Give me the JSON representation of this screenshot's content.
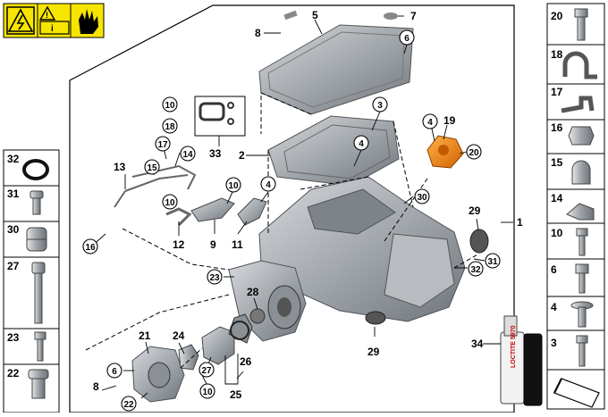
{
  "title": "Transmission housing assembly – parts diagram",
  "warning_icons": [
    "high-voltage-warning-icon",
    "read-manual-icon",
    "wear-gloves-icon"
  ],
  "part_numbers": {
    "p1": "1",
    "p2": "2",
    "p3": "3",
    "p4a": "4",
    "p4b": "4",
    "p4c": "4",
    "p5": "5",
    "p6a": "6",
    "p6b": "6",
    "p7": "7",
    "p8a": "8",
    "p8b": "8",
    "p9": "9",
    "p10a": "10",
    "p10b": "10",
    "p10c": "10",
    "p10d": "10",
    "p11": "11",
    "p12": "12",
    "p13": "13",
    "p14": "14",
    "p15": "15",
    "p16": "16",
    "p17": "17",
    "p18": "18",
    "p19": "19",
    "p20": "20",
    "p21": "21",
    "p22": "22",
    "p23": "23",
    "p24": "24",
    "p25": "25",
    "p26": "26",
    "p27": "27",
    "p28": "28",
    "p29a": "29",
    "p29b": "29",
    "p30": "30",
    "p31": "31",
    "p32": "32",
    "p33": "33",
    "p34": "34"
  },
  "left_column": [
    "32",
    "31",
    "30",
    "27",
    "23",
    "22"
  ],
  "right_column": [
    "20",
    "18",
    "17",
    "16",
    "15",
    "14",
    "10",
    "6",
    "4",
    "3"
  ],
  "sealant_label": "LOCTITE 5970",
  "colors": {
    "highlight": "#e8780f",
    "warning_yellow": "#f6e500",
    "housing": "#9aa0a6"
  }
}
